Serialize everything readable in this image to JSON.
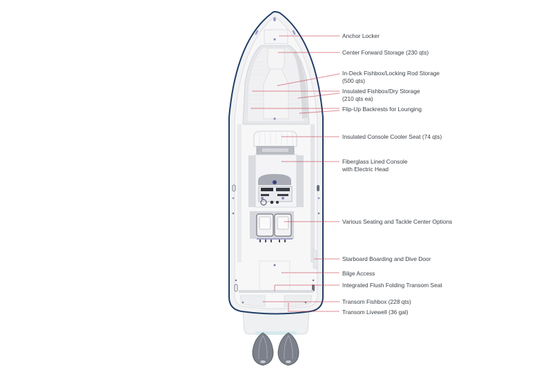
{
  "diagram": {
    "subject": "Center console boat deck layout (top view)",
    "colors": {
      "hull_outline": "#1f3d66",
      "deck": "#f1f1f3",
      "leader_line": "#c0283a",
      "label_text": "#3a3f45",
      "engines": "#7a7f88"
    },
    "callouts": [
      {
        "label": "Anchor Locker",
        "line": "Anchor Locker"
      },
      {
        "label": "Center Forward Storage (230 qts)",
        "line": "Center Forward Storage (230 qts)"
      },
      {
        "label": "In-Deck Fishbox/Locking Rod Storage\n(500 qts)",
        "line": "In-Deck Fishbox/Locking Rod Storage"
      },
      {
        "label": "Insulated Fishbox/Dry Storage\n(210 qts ea)",
        "line": "Insulated Fishbox/Dry Storage"
      },
      {
        "label": "Flip-Up Backrests for Lounging",
        "line": "Flip-Up Backrests for Lounging"
      },
      {
        "label": "Insulated Console Cooler Seat (74 qts)",
        "line": "Insulated Console Cooler Seat (74 qts)"
      },
      {
        "label": "Fiberglass Lined Console\nwith Electric Head",
        "line": "Fiberglass Lined Console"
      },
      {
        "label": "Various Seating and Tackle Center Options",
        "line": "Various Seating and Tackle Center Options"
      },
      {
        "label": "Starboard Boarding and Dive Door",
        "line": "Starboard Boarding and Dive Door"
      },
      {
        "label": "Bilge Access",
        "line": "Bilge Access"
      },
      {
        "label": "Integrated Flush Folding Transom Seat",
        "line": "Integrated Flush Folding Transom Seat"
      },
      {
        "label": "Transom Fishbox (228 qts)",
        "line": "Transom Fishbox (228 qts)"
      },
      {
        "label": "Transom Livewell (36 gal)",
        "line": "Transom Livewell (36 gal)"
      }
    ]
  }
}
